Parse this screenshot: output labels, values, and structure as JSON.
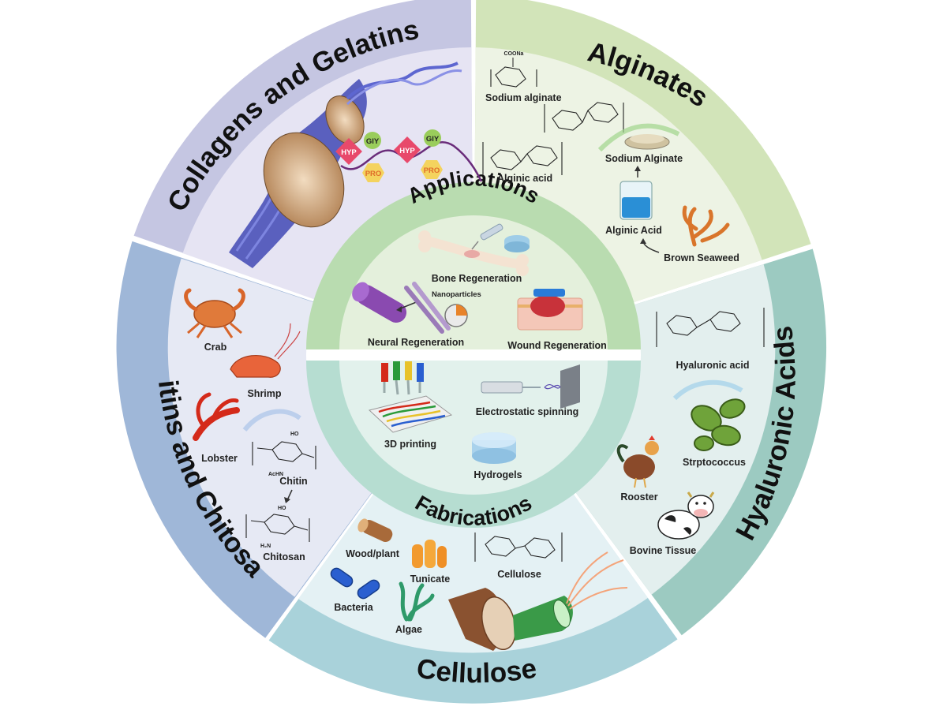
{
  "center": {
    "applications_title": "Applications",
    "fabrications_title": "Fabrications",
    "applications": {
      "bone": "Bone Regeneration",
      "nanoparticles": "Nanoparticles",
      "neural": "Neural Regeneration",
      "wound": "Wound Regeneration"
    },
    "fabrications": {
      "printing": "3D printing",
      "electrospinning": "Electrostatic spinning",
      "hydrogels": "Hydrogels"
    }
  },
  "segments": {
    "collagens": {
      "title": "Collagens and Gelatins",
      "tags": [
        "HYP",
        "GlY",
        "HYP",
        "GlY",
        "PRO",
        "PRO"
      ]
    },
    "alginates": {
      "title": "Alginates",
      "labels": {
        "sodium_alginate_chem": "Sodium alginate",
        "alginic_acid_chem": "Alginic acid",
        "sodium_alginate": "Sodium Alginate",
        "alginic_acid": "Alginic Acid",
        "brown_seaweed": "Brown Seaweed",
        "coona": "COONa"
      }
    },
    "hyaluronic": {
      "title": "Hyaluronic Acids",
      "labels": {
        "hyaluronic_acid": "Hyaluronic acid",
        "streptococcus": "Strptococcus",
        "rooster": "Rooster",
        "bovine": "Bovine Tissue"
      }
    },
    "cellulose": {
      "title": "Cellulose",
      "labels": {
        "wood": "Wood/plant",
        "tunicate": "Tunicate",
        "cellulose": "Cellulose",
        "bacteria": "Bacteria",
        "algae": "Algae"
      }
    },
    "chitins": {
      "title": "Chitins and Chitosans",
      "labels": {
        "crab": "Crab",
        "shrimp": "Shrimp",
        "lobster": "Lobster",
        "chitin": "Chitin",
        "chitosan": "Chitosan",
        "achn": "AcHN",
        "h2n": "H₂N",
        "ho": "HO"
      }
    }
  },
  "colors": {
    "collagens_band": "#c5c6e2",
    "collagens_fill": "#e6e4f3",
    "alginates_band": "#d2e4b9",
    "alginates_fill": "#edf3e4",
    "hyaluronic_band": "#9ccac1",
    "hyaluronic_fill": "#e3efee",
    "cellulose_band": "#a9d2da",
    "cellulose_fill": "#e4f1f4",
    "chitins_band": "#9fb7d8",
    "chitins_fill": "#e6e9f4",
    "applications_fill": "#b9dcb0",
    "fabrications_fill": "#b6ddd1"
  }
}
